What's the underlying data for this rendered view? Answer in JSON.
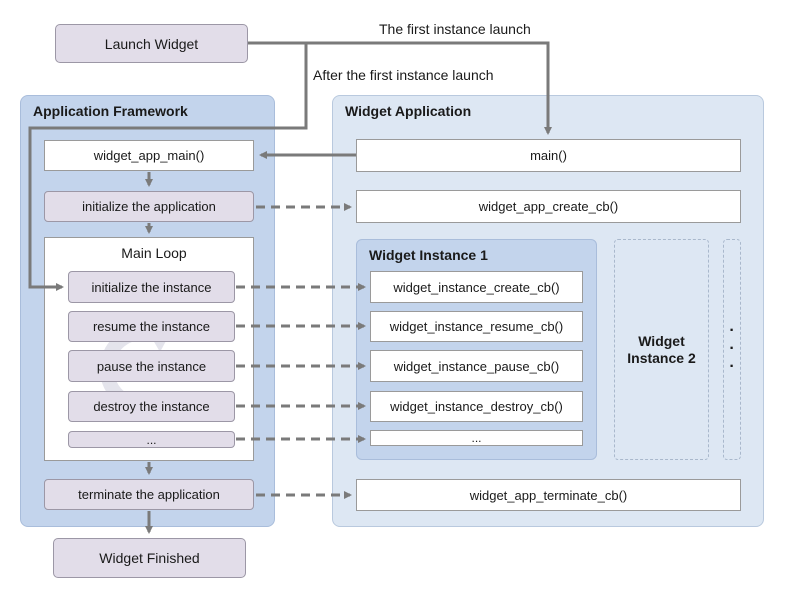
{
  "launch_widget": "Launch Widget",
  "widget_finished": "Widget Finished",
  "annotations": {
    "first_launch": "The first instance launch",
    "after_first_launch": "After the first instance launch"
  },
  "application_framework": {
    "title": "Application Framework",
    "main_fn": "widget_app_main()",
    "initialize_app": "initialize  the application",
    "main_loop": {
      "title": "Main Loop",
      "steps": [
        "initialize the instance",
        "resume the instance",
        "pause the instance",
        "destroy the instance",
        "..."
      ]
    },
    "terminate_app": "terminate the application"
  },
  "widget_application": {
    "title": "Widget Application",
    "main": "main()",
    "create_cb": "widget_app_create_cb()",
    "terminate_cb": "widget_app_terminate_cb()",
    "instance1": {
      "title": "Widget Instance 1",
      "callbacks": [
        "widget_instance_create_cb()",
        "widget_instance_resume_cb()",
        "widget_instance_pause_cb()",
        "widget_instance_destroy_cb()",
        "..."
      ]
    },
    "instance2": {
      "title_line1": "Widget",
      "title_line2": "Instance 2"
    },
    "more_dots": [
      "·",
      "·",
      "·"
    ]
  },
  "colors": {
    "arrow": "#7a7a7a",
    "framework_panel": "#c3d4ec",
    "widget_panel": "#dde7f3",
    "purple_box": "#e2dde9"
  }
}
